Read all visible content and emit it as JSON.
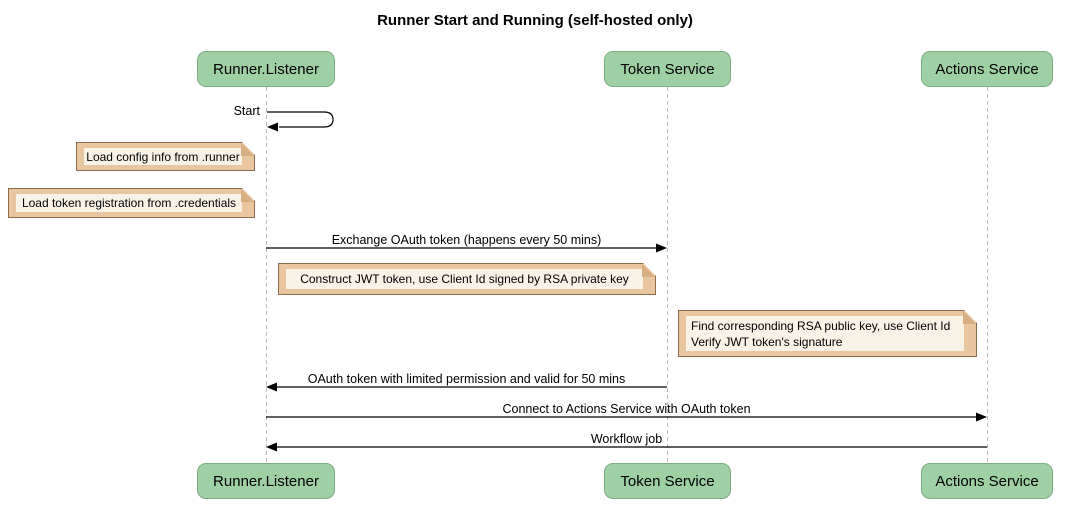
{
  "diagram": {
    "title": "Runner Start and Running (self-hosted only)",
    "participants": [
      {
        "id": "runner-listener",
        "name": "Runner.Listener"
      },
      {
        "id": "token-service",
        "name": "Token Service"
      },
      {
        "id": "actions-service",
        "name": "Actions Service"
      }
    ],
    "messages": [
      {
        "label": "Start",
        "type": "self",
        "from": "Runner.Listener",
        "to": "Runner.Listener"
      },
      {
        "label": "Exchange OAuth token (happens every 50 mins)",
        "type": "solid-arrow",
        "from": "Runner.Listener",
        "to": "Token Service"
      },
      {
        "label": "OAuth token with limited permission and valid for 50 mins",
        "type": "solid-arrow",
        "from": "Token Service",
        "to": "Runner.Listener"
      },
      {
        "label": "Connect to Actions Service with OAuth token",
        "type": "solid-arrow",
        "from": "Runner.Listener",
        "to": "Actions Service"
      },
      {
        "label": "Workflow job",
        "type": "solid-arrow",
        "from": "Actions Service",
        "to": "Runner.Listener"
      }
    ],
    "notes": [
      {
        "text": "Load config info from .runner",
        "anchor": "left of Runner.Listener"
      },
      {
        "text": "Load token registration from .credentials",
        "anchor": "left of Runner.Listener"
      },
      {
        "text": "Construct JWT token, use Client Id signed by RSA private key",
        "anchor": "between Runner.Listener and Token Service"
      },
      {
        "lines": [
          "Find corresponding RSA public key, use Client Id",
          "Verify JWT token's signature"
        ],
        "anchor": "left of Actions Service"
      }
    ],
    "colors": {
      "participant_fill": "#9FD0A4",
      "participant_border": "#7EAE83",
      "note_frame": "#E9C5A0",
      "note_inner": "#F9F2E7",
      "note_border": "#8A6D4F",
      "lifeline": "#BBBBBB",
      "arrow": "#000000"
    }
  }
}
